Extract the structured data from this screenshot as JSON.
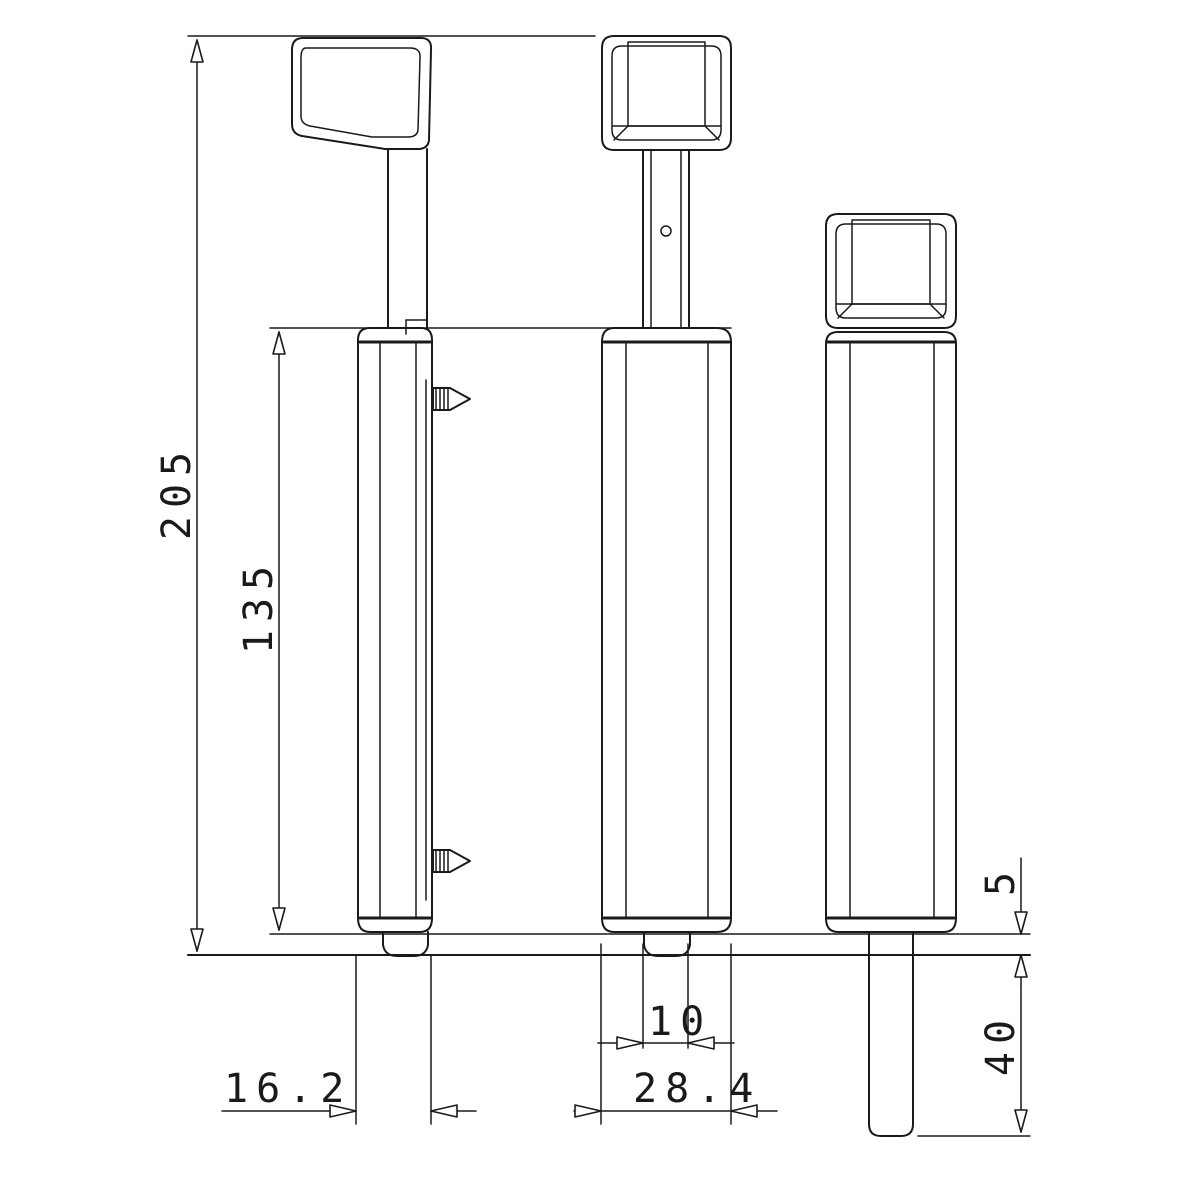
{
  "dimensions": {
    "total_height": "205",
    "body_height": "135",
    "bottom_gap": "5",
    "pin_length": "40",
    "side_width": "16.2",
    "front_width": "28.4",
    "pin_diameter": "10"
  }
}
